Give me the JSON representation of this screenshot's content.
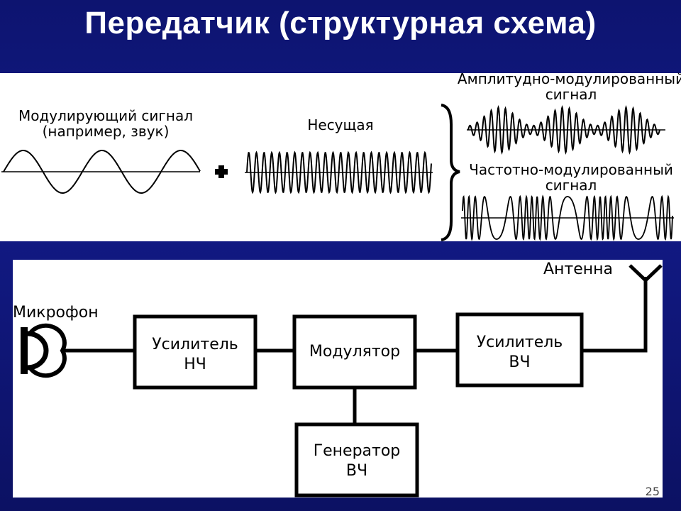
{
  "title": "Передатчик (структурная схема)",
  "top": {
    "modulating_label_1": "Модулирующий сигнал",
    "modulating_label_2": "(например, звук)",
    "carrier_label": "Несущая",
    "am_label_1": "Амплитудно-модулированный",
    "am_label_2": "сигнал",
    "fm_label_1": "Частотно-модулированный",
    "fm_label_2": "сигнал"
  },
  "diagram": {
    "microphone_label": "Микрофон",
    "antenna_label": "Антенна",
    "lf_amp_1": "Усилитель",
    "lf_amp_2": "НЧ",
    "modulator": "Модулятор",
    "hf_amp_1": "Усилитель",
    "hf_amp_2": "ВЧ",
    "generator_1": "Генератор",
    "generator_2": "ВЧ"
  },
  "page_number": "25"
}
